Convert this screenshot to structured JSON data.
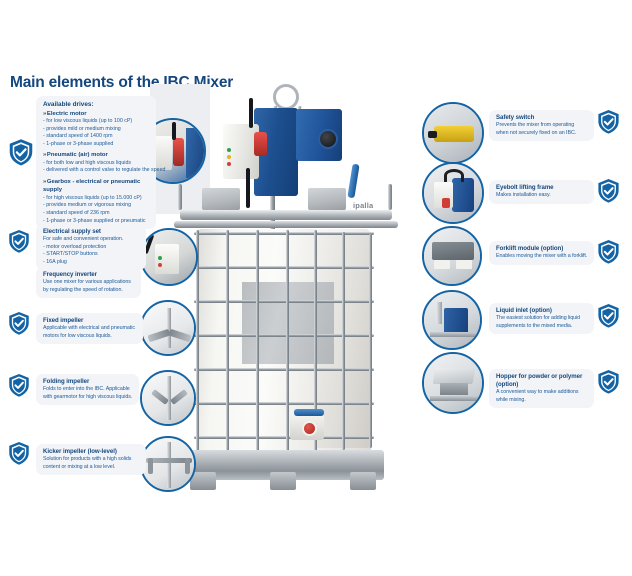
{
  "page": {
    "title": "Main elements of the IBC Mixer",
    "brand_mark": "ipalla",
    "accent_color": "#14477d",
    "panel_color": "#f2f4f7",
    "ring_color": "#1464a5"
  },
  "left_callouts": [
    {
      "id": "available-drives",
      "title": "Available drives:",
      "groups": [
        {
          "heading": "Electric motor",
          "bullets": [
            "- for low viscous liquids (up to 100 cP)",
            "- provides mild or medium mixing",
            "- standard speed of 1400 rpm",
            "- 1-phase or 3-phase supplied"
          ]
        },
        {
          "heading": "Pneumatic (air) motor",
          "bullets": [
            "- for both low and high viscous liquids",
            "- delivered with a control valve to regulate the speed"
          ]
        },
        {
          "heading": "Gearbox - electrical or pneumatic supply",
          "bullets": [
            "- for high viscous liquids (up to 15.000 cP)",
            "- provides medium or vigorous mixing",
            "- standard speed of 236 rpm",
            "- 1-phase or 3-phase supplied or pneumatic"
          ]
        }
      ]
    },
    {
      "id": "electrical-supply-set",
      "title": "Electrical supply set",
      "body": "For safe and convenient operation.",
      "bullets": [
        "- motor overload protection",
        "- START/STOP buttons",
        "- 16A plug"
      ]
    },
    {
      "id": "frequency-inverter",
      "title": "Frequency inverter",
      "body": "Use one mixer for various applications by regulating the speed of rotation."
    },
    {
      "id": "fixed-impeller",
      "title": "Fixed impeller",
      "body": "Applicable with electrical and pneumatic motors for low viscous liquids."
    },
    {
      "id": "folding-impeller",
      "title": "Folding impeller",
      "body": "Folds to enter into the IBC. Applicable with gearmotor for high viscous liquids."
    },
    {
      "id": "kicker-impeller",
      "title": "Kicker impeller (low-level)",
      "body": "Solution for products with a high solids content or mixing at a low level."
    }
  ],
  "right_callouts": [
    {
      "id": "safety-switch",
      "title": "Safety switch",
      "body": "Prevents the mixer from operating when not securely fixed on an IBC."
    },
    {
      "id": "eyebolt-lifting-frame",
      "title": "Eyebolt lifting frame",
      "body": "Makes installation easy."
    },
    {
      "id": "forklift-module",
      "title": "Forklift module (option)",
      "body": "Enables moving the mixer with a forklift."
    },
    {
      "id": "liquid-inlet",
      "title": "Liquid inlet (option)",
      "body": "The easiest solution for adding liquid supplements to the mixed media."
    },
    {
      "id": "hopper",
      "title": "Hopper for powder or polymer (option)",
      "body": "A convenient way to make additions while mixing."
    }
  ]
}
